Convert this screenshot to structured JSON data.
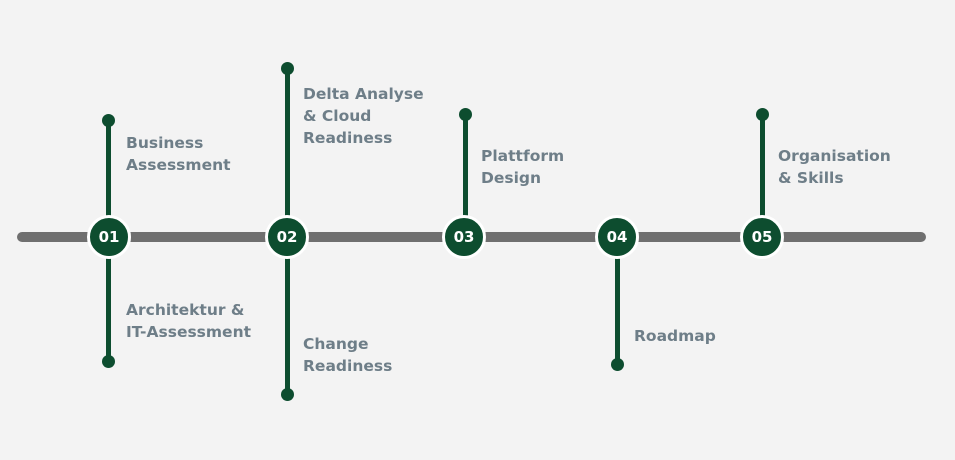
{
  "steps": [
    {
      "number": "01",
      "top_label": "Business\nAssessment",
      "bottom_label": "Architektur &\nIT-Assessment"
    },
    {
      "number": "02",
      "top_label": "Delta Analyse\n& Cloud\nReadiness",
      "bottom_label": "Change\nReadiness"
    },
    {
      "number": "03",
      "top_label": "Plattform\nDesign",
      "bottom_label": ""
    },
    {
      "number": "04",
      "top_label": "",
      "bottom_label": "Roadmap"
    },
    {
      "number": "05",
      "top_label": "Organisation\n& Skills",
      "bottom_label": ""
    }
  ],
  "colors": {
    "node": "#0d4d2f",
    "track": "#6f6f6f",
    "label": "#6e7e88",
    "background": "#f3f3f3"
  }
}
